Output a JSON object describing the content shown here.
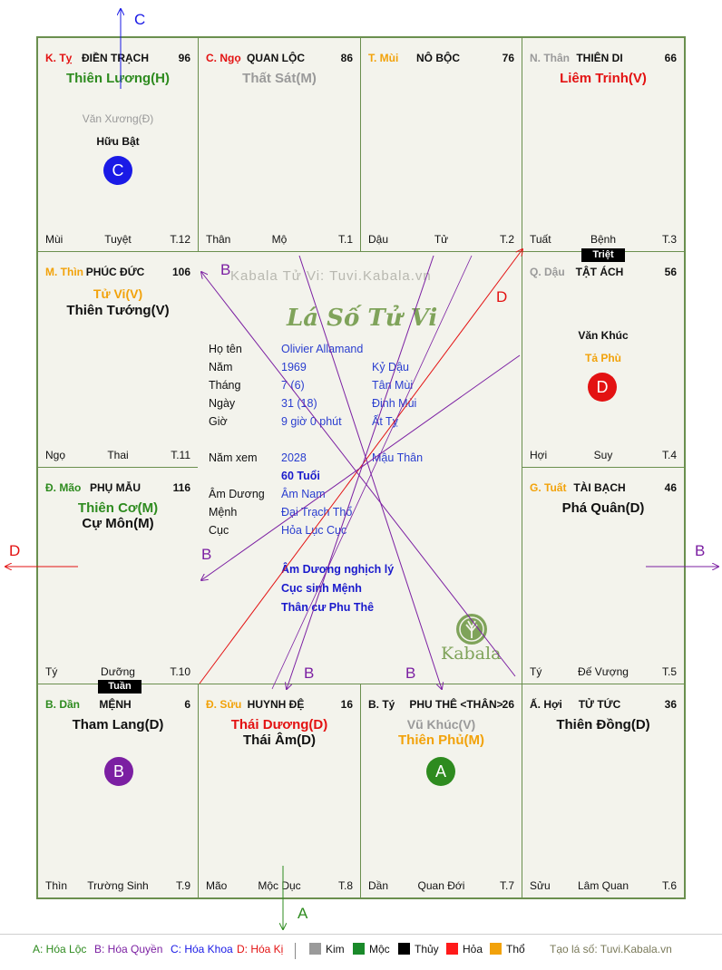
{
  "colors": {
    "green": "#2e8b1f",
    "purple": "#7b1fa2",
    "blue": "#1a1ae6",
    "red": "#e31212",
    "orange": "#f2a20a",
    "gray": "#9a9a9a",
    "black": "#111111",
    "info_blue": "#2a3ecf",
    "dark_blue": "#1a1acc"
  },
  "palaces": {
    "ty_top": {
      "can": "K. Tỵ",
      "name": "ĐIỀN TRẠCH",
      "num": "96",
      "stars": [
        "Thiên Lương(H)"
      ],
      "minor1": "Văn Xương(Đ)",
      "minor2": "Hữu Bật",
      "f1": "Mùi",
      "f2": "Tuyệt",
      "f3": "T.12",
      "badge": "C"
    },
    "ngo": {
      "can": "C. Ngọ",
      "name": "QUAN LỘC",
      "num": "86",
      "stars": [
        "Thất Sát(M)"
      ],
      "f1": "Thân",
      "f2": "Mộ",
      "f3": "T.1"
    },
    "mui": {
      "can": "T. Mùi",
      "name": "NÔ BỘC",
      "num": "76",
      "f1": "Dậu",
      "f2": "Tử",
      "f3": "T.2"
    },
    "than": {
      "can": "N. Thân",
      "name": "THIÊN DI",
      "num": "66",
      "stars": [
        "Liêm Trinh(V)"
      ],
      "f1": "Tuất",
      "f2": "Bệnh",
      "f3": "T.3"
    },
    "thin": {
      "can": "M. Thìn",
      "name": "PHÚC ĐỨC",
      "num": "106",
      "stars": [
        "Tử Vi(V)",
        "Thiên Tướng(V)"
      ],
      "f1": "Ngọ",
      "f2": "Thai",
      "f3": "T.11"
    },
    "dau": {
      "can": "Q. Dậu",
      "name": "TẬT ÁCH",
      "num": "56",
      "minor1": "Văn Khúc",
      "minor2": "Tả Phù",
      "f1": "Hợi",
      "f2": "Suy",
      "f3": "T.4",
      "badge": "D"
    },
    "mao": {
      "can": "Đ. Mão",
      "name": "PHỤ MẪU",
      "num": "116",
      "stars": [
        "Thiên Cơ(M)",
        "Cự Môn(M)"
      ],
      "f1": "Tý",
      "f2": "Dưỡng",
      "f3": "T.10"
    },
    "tuat": {
      "can": "G. Tuất",
      "name": "TÀI BẠCH",
      "num": "46",
      "stars": [
        "Phá Quân(D)"
      ],
      "f1": "Tý",
      "f2": "Đế Vượng",
      "f3": "T.5"
    },
    "dan": {
      "can": "B. Dần",
      "name": "MỆNH",
      "num": "6",
      "stars": [
        "Tham Lang(D)"
      ],
      "f1": "Thìn",
      "f2": "Trường Sinh",
      "f3": "T.9",
      "badge": "B"
    },
    "suu": {
      "can": "Đ. Sửu",
      "name": "HUYNH ĐỆ",
      "num": "16",
      "stars": [
        "Thái Dương(D)",
        "Thái Âm(D)"
      ],
      "f1": "Mão",
      "f2": "Mộc Dục",
      "f3": "T.8"
    },
    "ty_bot": {
      "can": "B. Tý",
      "name": "PHU THÊ <THÂN>",
      "num": "26",
      "stars": [
        "Vũ Khúc(V)",
        "Thiên Phủ(M)"
      ],
      "f1": "Dần",
      "f2": "Quan Đới",
      "f3": "T.7",
      "badge": "A"
    },
    "hoi": {
      "can": "Ấ. Hợi",
      "name": "TỬ TỨC",
      "num": "36",
      "stars": [
        "Thiên Đồng(D)"
      ],
      "f1": "Sửu",
      "f2": "Lâm Quan",
      "f3": "T.6"
    }
  },
  "tags": {
    "triet": "Triệt",
    "tuan": "Tuần"
  },
  "center": {
    "watermark": "Kabala Tử Vi: Tuvi.Kabala.vn",
    "title": "Lá Số Tử Vi",
    "rows": [
      {
        "label": "Họ tên",
        "v1": "Olivier Allamand",
        "v2": ""
      },
      {
        "label": "Năm",
        "v1": "1969",
        "v2": "Kỷ Dậu"
      },
      {
        "label": "Tháng",
        "v1": "7  (6)",
        "v2": "Tân Mùi"
      },
      {
        "label": "Ngày",
        "v1": "31  (18)",
        "v2": "Đinh Mùi"
      },
      {
        "label": "Giờ",
        "v1": "9 giờ 0 phút",
        "v2": "Ất Tỵ"
      },
      {
        "label": "Năm xem",
        "v1": "2028",
        "v2": "Mậu Thân"
      },
      {
        "label": "",
        "v1": "60 Tuổi",
        "v2": ""
      },
      {
        "label": "Âm Dương",
        "v1": "Âm Nam",
        "v2": ""
      },
      {
        "label": "Mệnh",
        "v1": "Đại Trạch Thổ",
        "v2": ""
      },
      {
        "label": "Cục",
        "v1": "Hỏa Lục Cục",
        "v2": ""
      }
    ],
    "notes": [
      "Âm Dương nghịch lý",
      "Cục sinh Mệnh",
      "Thân cư Phu Thê"
    ],
    "logo": "Kabala"
  },
  "edge_letters": {
    "top": "C",
    "left": "D",
    "right": "B",
    "bottom": "A",
    "l1": "B",
    "l2": "D",
    "l3": "B",
    "l4": "B",
    "l5": "B"
  },
  "legend": {
    "a": "A: Hóa Lộc",
    "b": "B: Hóa Quyền",
    "c": "C: Hóa Khoa",
    "d": "D: Hóa Kị",
    "kim": "Kim",
    "moc": "Mộc",
    "thuy": "Thủy",
    "hoa": "Hỏa",
    "tho": "Thổ",
    "site": "Tạo lá số: Tuvi.Kabala.vn"
  }
}
